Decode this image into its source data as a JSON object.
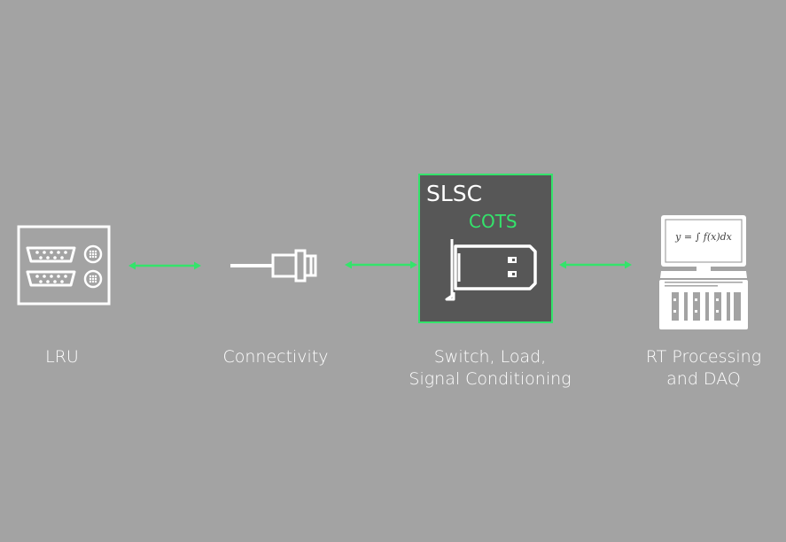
{
  "nodes": {
    "lru": {
      "label": "LRU"
    },
    "connectivity": {
      "label": "Connectivity"
    },
    "slsc": {
      "title": "SLSC",
      "badge": "COTS",
      "label_line1": "Switch, Load,",
      "label_line2": "Signal Conditioning"
    },
    "rt": {
      "label_line1": "RT Processing",
      "label_line2": "and DAQ",
      "screen_formula": "y = ∫ f(x)dx"
    }
  },
  "icons": {
    "lru": "connector-panel-icon",
    "connectivity": "cable-plug-icon",
    "slsc": "io-module-card-icon",
    "rt": "computer-workstation-icon"
  },
  "colors": {
    "background": "#a3a3a3",
    "accent": "#34e36b",
    "box_fill": "#575757",
    "icon": "#ffffff"
  }
}
